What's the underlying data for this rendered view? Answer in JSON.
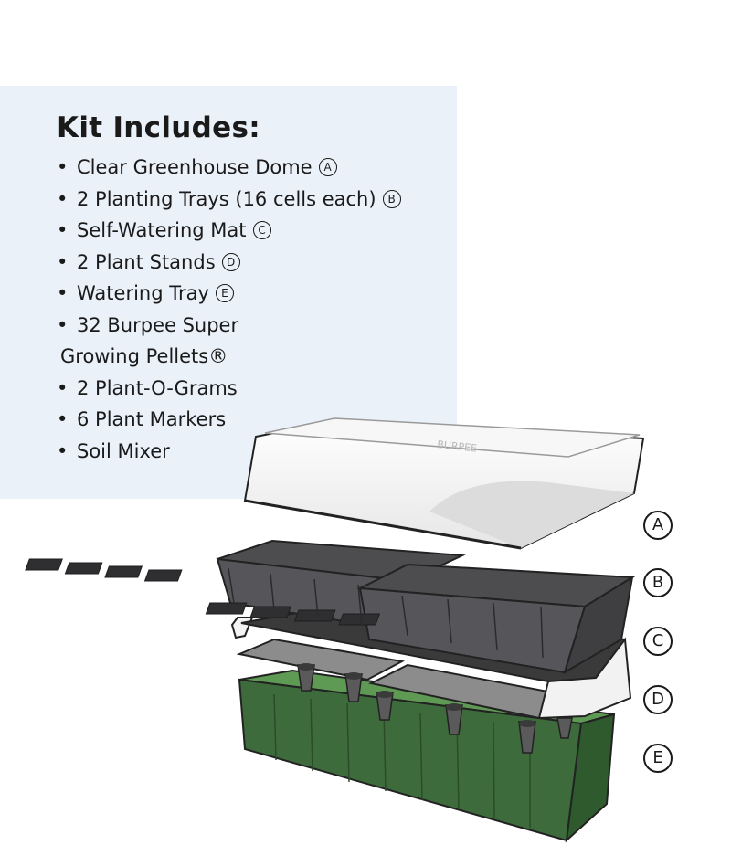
{
  "kit": {
    "title": "Kit Includes:",
    "bullet": "•",
    "items": [
      {
        "text": "Clear Greenhouse Dome",
        "label": "A"
      },
      {
        "text": "2 Planting Trays (16 cells each)",
        "label": "B"
      },
      {
        "text": "Self-Watering Mat",
        "label": "C"
      },
      {
        "text": "2 Plant Stands",
        "label": "D"
      },
      {
        "text": "Watering Tray",
        "label": "E"
      },
      {
        "text": "32 Burpee Super",
        "label": ""
      },
      {
        "text": "Growing Pellets®",
        "label": ""
      },
      {
        "text": "2 Plant-O-Grams",
        "label": ""
      },
      {
        "text": "6 Plant Markers",
        "label": ""
      },
      {
        "text": "Soil Mixer",
        "label": ""
      }
    ]
  },
  "diagram": {
    "labels": [
      "A",
      "B",
      "C",
      "D",
      "E"
    ],
    "dome_text": "BURPEE",
    "colors": {
      "panel": "#ebf1f9",
      "dome": "#f2f2f2",
      "tray": "#4d4d4f",
      "mat": "#3a3a3a",
      "stand": "#8c8c8c",
      "watering_tray": "#3d6b3c"
    }
  }
}
